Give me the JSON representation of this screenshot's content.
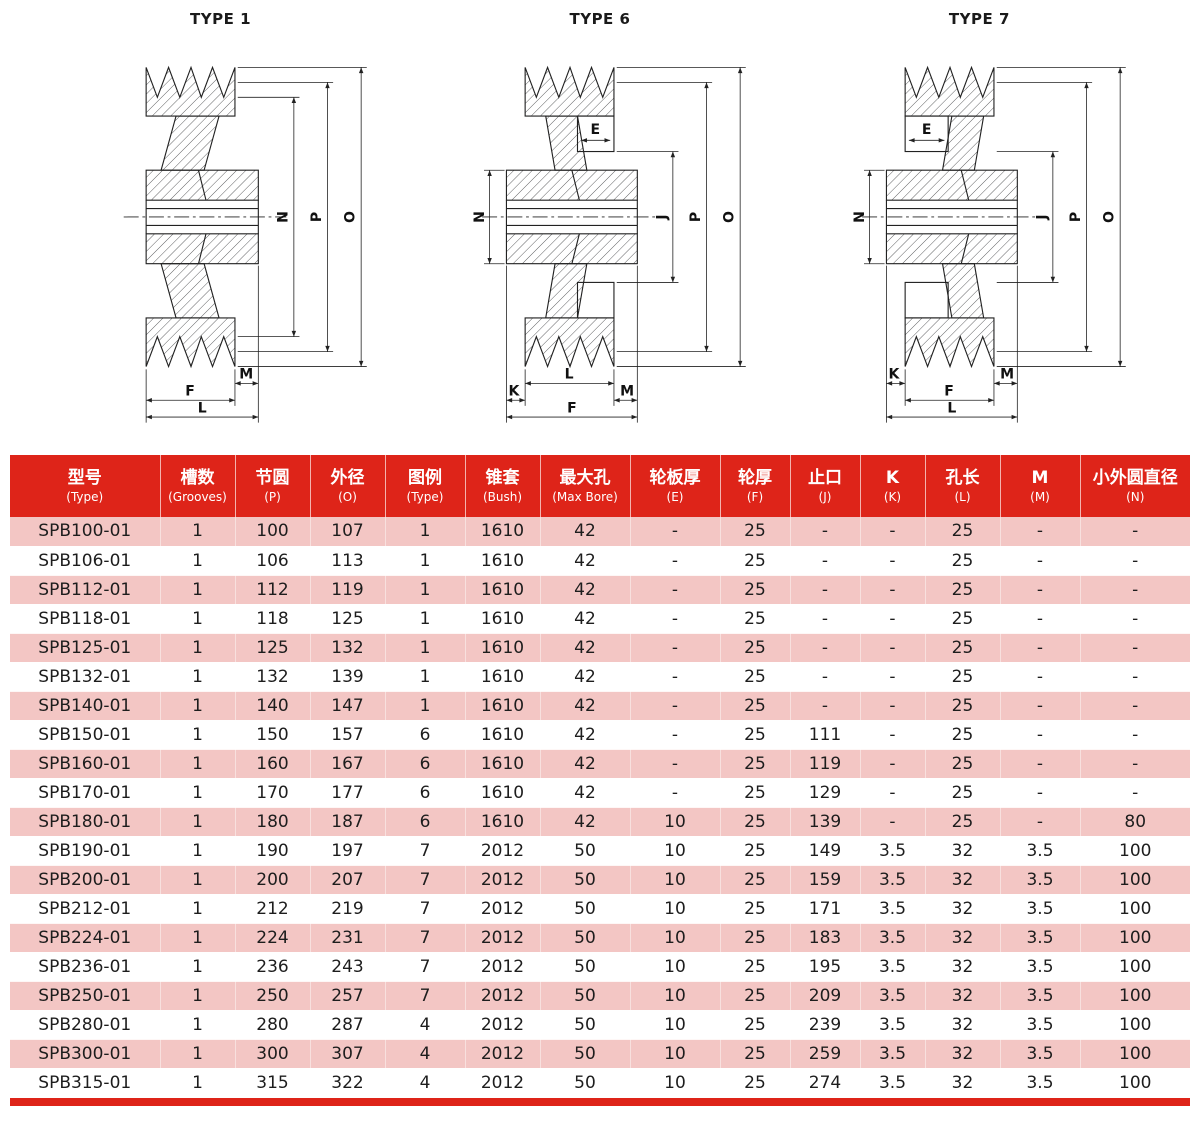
{
  "diagrams": {
    "d1": {
      "title": "TYPE 1",
      "N": "N",
      "P": "P",
      "O": "O",
      "M": "M",
      "F": "F",
      "L": "L"
    },
    "d6": {
      "title": "TYPE 6",
      "E": "E",
      "N": "N",
      "J": "J",
      "P": "P",
      "O": "O",
      "L": "L",
      "K": "K",
      "M": "M",
      "F": "F"
    },
    "d7": {
      "title": "TYPE 7",
      "E": "E",
      "N": "N",
      "J": "J",
      "P": "P",
      "O": "O",
      "K": "K",
      "M": "M",
      "F": "F",
      "L": "L"
    }
  },
  "table": {
    "columns": [
      {
        "zh": "型号",
        "en": "(Type)"
      },
      {
        "zh": "槽数",
        "en": "(Grooves)"
      },
      {
        "zh": "节圆",
        "en": "(P)"
      },
      {
        "zh": "外径",
        "en": "(O)"
      },
      {
        "zh": "图例",
        "en": "(Type)"
      },
      {
        "zh": "锥套",
        "en": "(Bush)"
      },
      {
        "zh": "最大孔",
        "en": "(Max Bore)"
      },
      {
        "zh": "轮板厚",
        "en": "(E)"
      },
      {
        "zh": "轮厚",
        "en": "(F)"
      },
      {
        "zh": "止口",
        "en": "(J)"
      },
      {
        "zh": "K",
        "en": "(K)"
      },
      {
        "zh": "孔长",
        "en": "(L)"
      },
      {
        "zh": "M",
        "en": "(M)"
      },
      {
        "zh": "小外圆直径",
        "en": "(N)"
      }
    ],
    "rows": [
      [
        "SPB100-01",
        "1",
        "100",
        "107",
        "1",
        "1610",
        "42",
        "-",
        "25",
        "-",
        "-",
        "25",
        "-",
        "-"
      ],
      [
        "SPB106-01",
        "1",
        "106",
        "113",
        "1",
        "1610",
        "42",
        "-",
        "25",
        "-",
        "-",
        "25",
        "-",
        "-"
      ],
      [
        "SPB112-01",
        "1",
        "112",
        "119",
        "1",
        "1610",
        "42",
        "-",
        "25",
        "-",
        "-",
        "25",
        "-",
        "-"
      ],
      [
        "SPB118-01",
        "1",
        "118",
        "125",
        "1",
        "1610",
        "42",
        "-",
        "25",
        "-",
        "-",
        "25",
        "-",
        "-"
      ],
      [
        "SPB125-01",
        "1",
        "125",
        "132",
        "1",
        "1610",
        "42",
        "-",
        "25",
        "-",
        "-",
        "25",
        "-",
        "-"
      ],
      [
        "SPB132-01",
        "1",
        "132",
        "139",
        "1",
        "1610",
        "42",
        "-",
        "25",
        "-",
        "-",
        "25",
        "-",
        "-"
      ],
      [
        "SPB140-01",
        "1",
        "140",
        "147",
        "1",
        "1610",
        "42",
        "-",
        "25",
        "-",
        "-",
        "25",
        "-",
        "-"
      ],
      [
        "SPB150-01",
        "1",
        "150",
        "157",
        "6",
        "1610",
        "42",
        "-",
        "25",
        "111",
        "-",
        "25",
        "-",
        "-"
      ],
      [
        "SPB160-01",
        "1",
        "160",
        "167",
        "6",
        "1610",
        "42",
        "-",
        "25",
        "119",
        "-",
        "25",
        "-",
        "-"
      ],
      [
        "SPB170-01",
        "1",
        "170",
        "177",
        "6",
        "1610",
        "42",
        "-",
        "25",
        "129",
        "-",
        "25",
        "-",
        "-"
      ],
      [
        "SPB180-01",
        "1",
        "180",
        "187",
        "6",
        "1610",
        "42",
        "10",
        "25",
        "139",
        "-",
        "25",
        "-",
        "80"
      ],
      [
        "SPB190-01",
        "1",
        "190",
        "197",
        "7",
        "2012",
        "50",
        "10",
        "25",
        "149",
        "3.5",
        "32",
        "3.5",
        "100"
      ],
      [
        "SPB200-01",
        "1",
        "200",
        "207",
        "7",
        "2012",
        "50",
        "10",
        "25",
        "159",
        "3.5",
        "32",
        "3.5",
        "100"
      ],
      [
        "SPB212-01",
        "1",
        "212",
        "219",
        "7",
        "2012",
        "50",
        "10",
        "25",
        "171",
        "3.5",
        "32",
        "3.5",
        "100"
      ],
      [
        "SPB224-01",
        "1",
        "224",
        "231",
        "7",
        "2012",
        "50",
        "10",
        "25",
        "183",
        "3.5",
        "32",
        "3.5",
        "100"
      ],
      [
        "SPB236-01",
        "1",
        "236",
        "243",
        "7",
        "2012",
        "50",
        "10",
        "25",
        "195",
        "3.5",
        "32",
        "3.5",
        "100"
      ],
      [
        "SPB250-01",
        "1",
        "250",
        "257",
        "7",
        "2012",
        "50",
        "10",
        "25",
        "209",
        "3.5",
        "32",
        "3.5",
        "100"
      ],
      [
        "SPB280-01",
        "1",
        "280",
        "287",
        "4",
        "2012",
        "50",
        "10",
        "25",
        "239",
        "3.5",
        "32",
        "3.5",
        "100"
      ],
      [
        "SPB300-01",
        "1",
        "300",
        "307",
        "4",
        "2012",
        "50",
        "10",
        "25",
        "259",
        "3.5",
        "32",
        "3.5",
        "100"
      ],
      [
        "SPB315-01",
        "1",
        "315",
        "322",
        "4",
        "2012",
        "50",
        "10",
        "25",
        "274",
        "3.5",
        "32",
        "3.5",
        "100"
      ]
    ]
  }
}
